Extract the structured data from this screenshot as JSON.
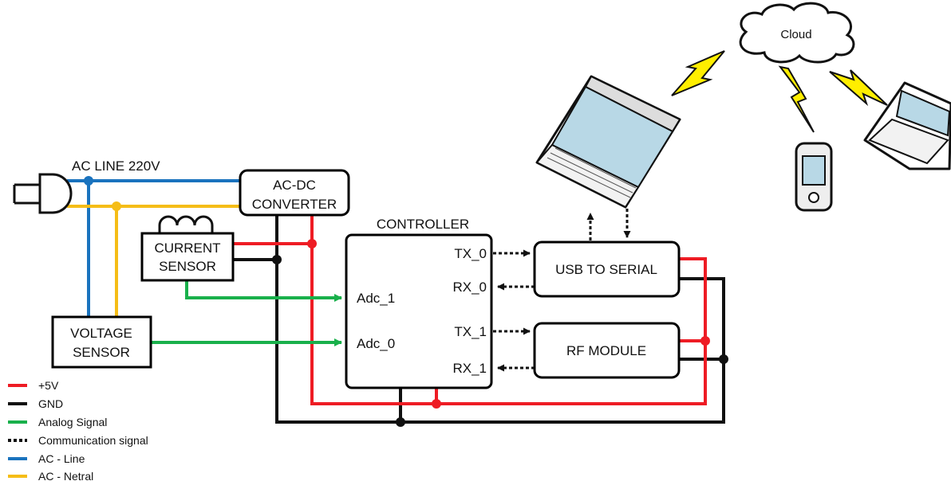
{
  "title": "AC LINE 220V",
  "colors": {
    "red": "#ee1c24",
    "black": "#111111",
    "green": "#19b04b",
    "blue": "#1a73be",
    "yellow": "#f5bd17",
    "bolt": "#ffee00"
  },
  "blocks": {
    "acdc_line1": "AC-DC",
    "acdc_line2": "CONVERTER",
    "current_line1": "CURRENT",
    "current_line2": "SENSOR",
    "voltage_line1": "VOLTAGE",
    "voltage_line2": "SENSOR",
    "controller": "CONTROLLER",
    "usb": "USB TO SERIAL",
    "rf": "RF MODULE",
    "cloud": "Cloud"
  },
  "pins": {
    "adc1": "Adc_1",
    "adc0": "Adc_0",
    "tx0": "TX_0",
    "rx0": "RX_0",
    "tx1": "TX_1",
    "rx1": "RX_1"
  },
  "legend": [
    {
      "label": "+5V",
      "style": "red"
    },
    {
      "label": "GND",
      "style": "black"
    },
    {
      "label": "Analog Signal",
      "style": "green"
    },
    {
      "label": "Communication signal",
      "style": "dotted"
    },
    {
      "label": "AC - Line",
      "style": "blue"
    },
    {
      "label": "AC - Netral",
      "style": "yellow"
    }
  ]
}
